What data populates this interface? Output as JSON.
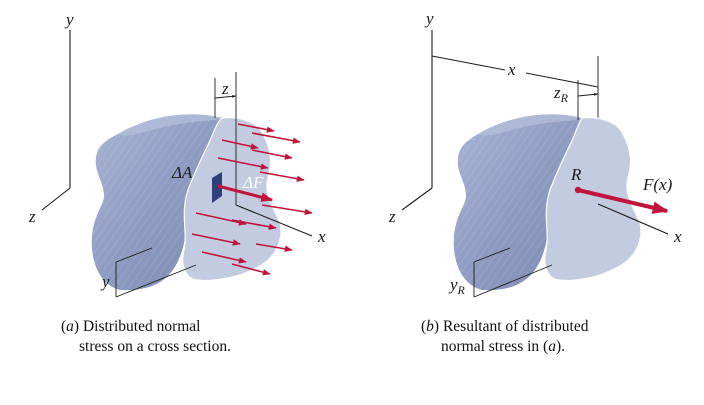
{
  "panel_a": {
    "labels": {
      "y_axis": "y",
      "z_axis": "z",
      "x_axis": "x",
      "z_dim": "z",
      "y_dim": "y",
      "delta_a": "ΔA",
      "delta_f": "ΔF"
    },
    "caption": {
      "tag": "a",
      "line1": "Distributed normal",
      "line2": "stress on a cross section."
    }
  },
  "panel_b": {
    "labels": {
      "y_axis": "y",
      "z_axis": "z",
      "x_axis": "x",
      "x_dim": "x",
      "z_r_main": "z",
      "z_r_sub": "R",
      "y_r_main": "y",
      "y_r_sub": "R",
      "resultant": "R",
      "force": "F(x)"
    },
    "caption": {
      "tag": "b",
      "line1": "Resultant of distributed",
      "line2_prefix": "normal stress in (",
      "line2_ref": "a",
      "line2_suffix": ")."
    }
  },
  "colors": {
    "body_fill": "#9aa7c9",
    "face_fill": "#c3cbe0",
    "dark_side": "#7885ad",
    "arrow": "#c0143c",
    "element": "#2f3f78"
  }
}
